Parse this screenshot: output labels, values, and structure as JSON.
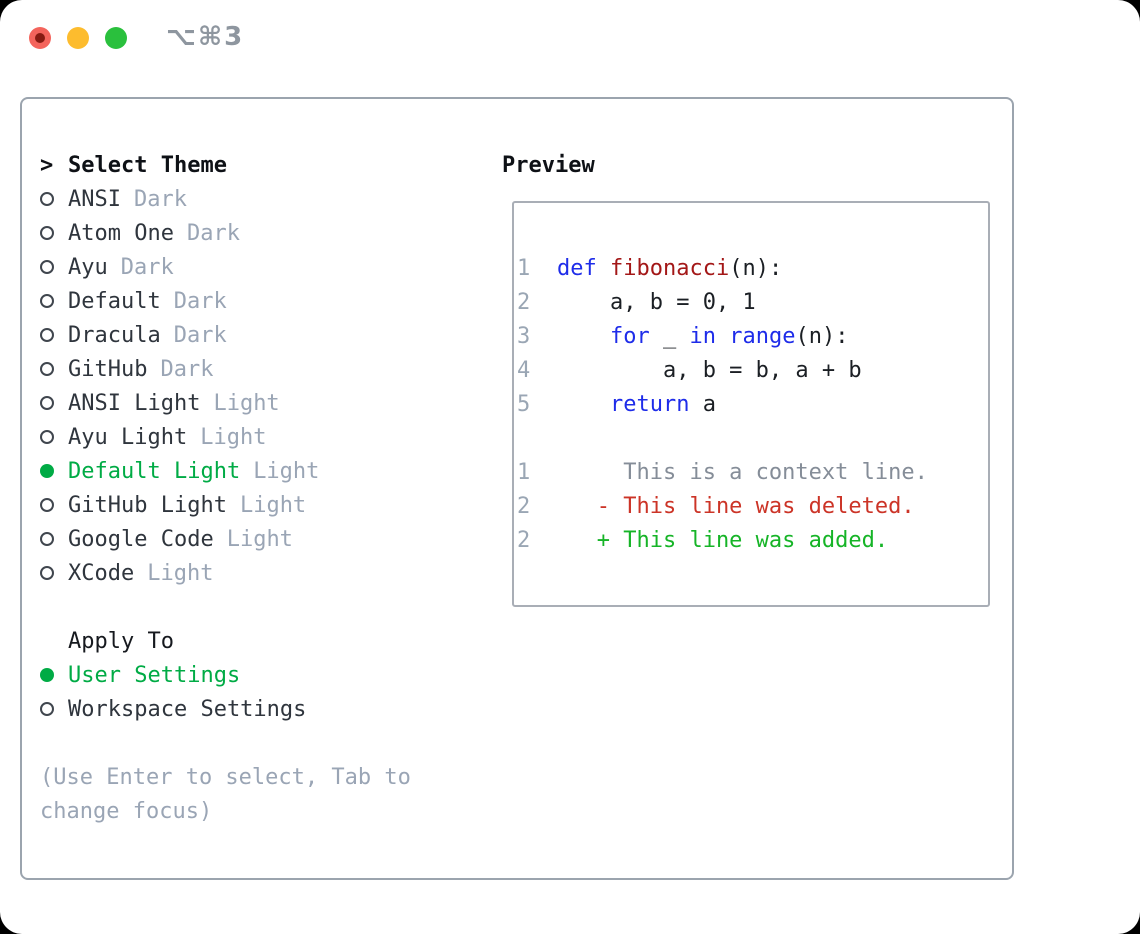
{
  "window": {
    "title": "⌥⌘3"
  },
  "colors": {
    "selection_green": "#00ab45",
    "added_green": "#16b427",
    "deleted_red": "#cc3427",
    "keyword_blue": "#1e2ce9",
    "function_red": "#a31717",
    "muted_gray": "#9aa5b5",
    "border_gray": "#9ba4ae",
    "traffic_red": "#f4645c",
    "traffic_yellow": "#fdbc2e",
    "traffic_green": "#2ac03d"
  },
  "left": {
    "cursor": ">",
    "heading": "Select Theme",
    "themes": [
      {
        "name": "ANSI",
        "tag": "Dark",
        "selected": false
      },
      {
        "name": "Atom One",
        "tag": "Dark",
        "selected": false
      },
      {
        "name": "Ayu",
        "tag": "Dark",
        "selected": false
      },
      {
        "name": "Default",
        "tag": "Dark",
        "selected": false
      },
      {
        "name": "Dracula",
        "tag": "Dark",
        "selected": false
      },
      {
        "name": "GitHub",
        "tag": "Dark",
        "selected": false
      },
      {
        "name": "ANSI Light",
        "tag": "Light",
        "selected": false
      },
      {
        "name": "Ayu Light",
        "tag": "Light",
        "selected": false
      },
      {
        "name": "Default Light",
        "tag": "Light",
        "selected": true
      },
      {
        "name": "GitHub Light",
        "tag": "Light",
        "selected": false
      },
      {
        "name": "Google Code",
        "tag": "Light",
        "selected": false
      },
      {
        "name": "XCode",
        "tag": "Light",
        "selected": false
      }
    ],
    "apply": {
      "heading": "Apply To",
      "options": [
        {
          "label": "User Settings",
          "selected": true
        },
        {
          "label": "Workspace Settings",
          "selected": false
        }
      ]
    },
    "help_line1": "(Use Enter to select, Tab to",
    "help_line2": "change focus)"
  },
  "preview": {
    "heading": "Preview",
    "code": [
      {
        "num": "1",
        "tokens": [
          {
            "c": "kw",
            "t": "def"
          },
          {
            "c": "pl",
            "t": " "
          },
          {
            "c": "fn",
            "t": "fibonacci"
          },
          {
            "c": "pl",
            "t": "(n):"
          }
        ]
      },
      {
        "num": "2",
        "tokens": [
          {
            "c": "pl",
            "t": "    a, b = 0, 1"
          }
        ]
      },
      {
        "num": "3",
        "tokens": [
          {
            "c": "pl",
            "t": "    "
          },
          {
            "c": "kw",
            "t": "for"
          },
          {
            "c": "pl",
            "t": " _ "
          },
          {
            "c": "kw",
            "t": "in"
          },
          {
            "c": "pl",
            "t": " "
          },
          {
            "c": "kw",
            "t": "range"
          },
          {
            "c": "pl",
            "t": "(n):"
          }
        ]
      },
      {
        "num": "4",
        "tokens": [
          {
            "c": "pl",
            "t": "        a, b = b, a + b"
          }
        ]
      },
      {
        "num": "5",
        "tokens": [
          {
            "c": "pl",
            "t": "    "
          },
          {
            "c": "kw",
            "t": "return"
          },
          {
            "c": "pl",
            "t": " a"
          }
        ]
      }
    ],
    "diff": [
      {
        "num": "1",
        "kind": "context",
        "text": "     This is a context line."
      },
      {
        "num": "2",
        "kind": "deleted",
        "text": "   - This line was deleted."
      },
      {
        "num": "2",
        "kind": "added",
        "text": "   + This line was added."
      }
    ]
  }
}
